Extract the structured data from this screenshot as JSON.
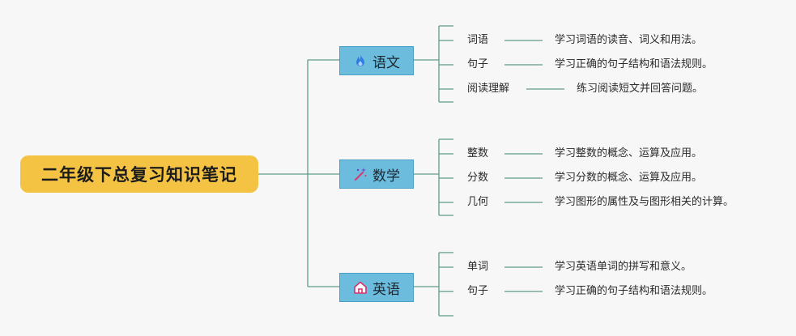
{
  "root": {
    "title": "二年级下总复习知识笔记"
  },
  "branches": [
    {
      "label": "语文",
      "icon": "flame-icon",
      "icon_color": "#2f7de1",
      "items": [
        {
          "term": "词语",
          "desc": "学习词语的读音、词义和用法。"
        },
        {
          "term": "句子",
          "desc": "学习正确的句子结构和语法规则。"
        },
        {
          "term": "阅读理解",
          "desc": "练习阅读短文并回答问题。"
        }
      ]
    },
    {
      "label": "数学",
      "icon": "magic-wand-icon",
      "icon_color": "#d63a7a",
      "items": [
        {
          "term": "整数",
          "desc": "学习整数的概念、运算及应用。"
        },
        {
          "term": "分数",
          "desc": "学习分数的概念、运算及应用。"
        },
        {
          "term": "几何",
          "desc": "学习图形的属性及与图形相关的计算。"
        }
      ]
    },
    {
      "label": "英语",
      "icon": "home-icon",
      "icon_color": "#d6336c",
      "items": [
        {
          "term": "单词",
          "desc": "学习英语单词的拼写和意义。"
        },
        {
          "term": "句子",
          "desc": "学习正确的句子结构和语法规则。"
        }
      ]
    }
  ],
  "colors": {
    "line": "#5f9b8a",
    "root_fill": "#f5c343",
    "branch_fill": "#6cbcdd"
  }
}
